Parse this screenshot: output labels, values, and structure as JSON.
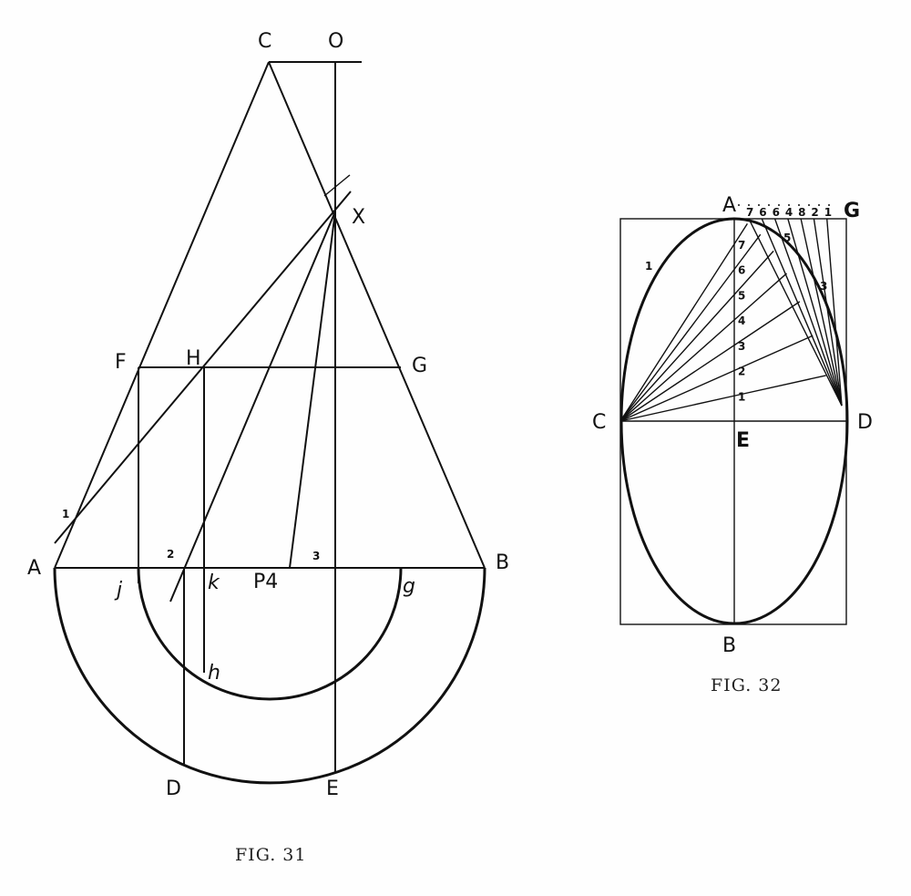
{
  "fig31": {
    "caption": "FIG. 31",
    "labels": {
      "C": "C",
      "O": "O",
      "X": "X",
      "F": "F",
      "H": "H",
      "G": "G",
      "one": "1",
      "A": "A",
      "two": "2",
      "k": "k",
      "P4": "P4",
      "three": "3",
      "B": "B",
      "j": "j",
      "g": "g",
      "h": "h",
      "D": "D",
      "E": "E"
    }
  },
  "fig32": {
    "caption": "FIG. 32",
    "labels": {
      "A": "A",
      "G": "G",
      "C": "C",
      "D": "D",
      "E": "E",
      "B": "B",
      "ellipse_one": "1",
      "five": "5",
      "three": "3"
    },
    "top_numbers": [
      "7",
      "6",
      "6",
      "4",
      "8",
      "2",
      "1"
    ],
    "axis_numbers": [
      "7",
      "6",
      "5",
      "4",
      "3",
      "2",
      "1"
    ]
  }
}
